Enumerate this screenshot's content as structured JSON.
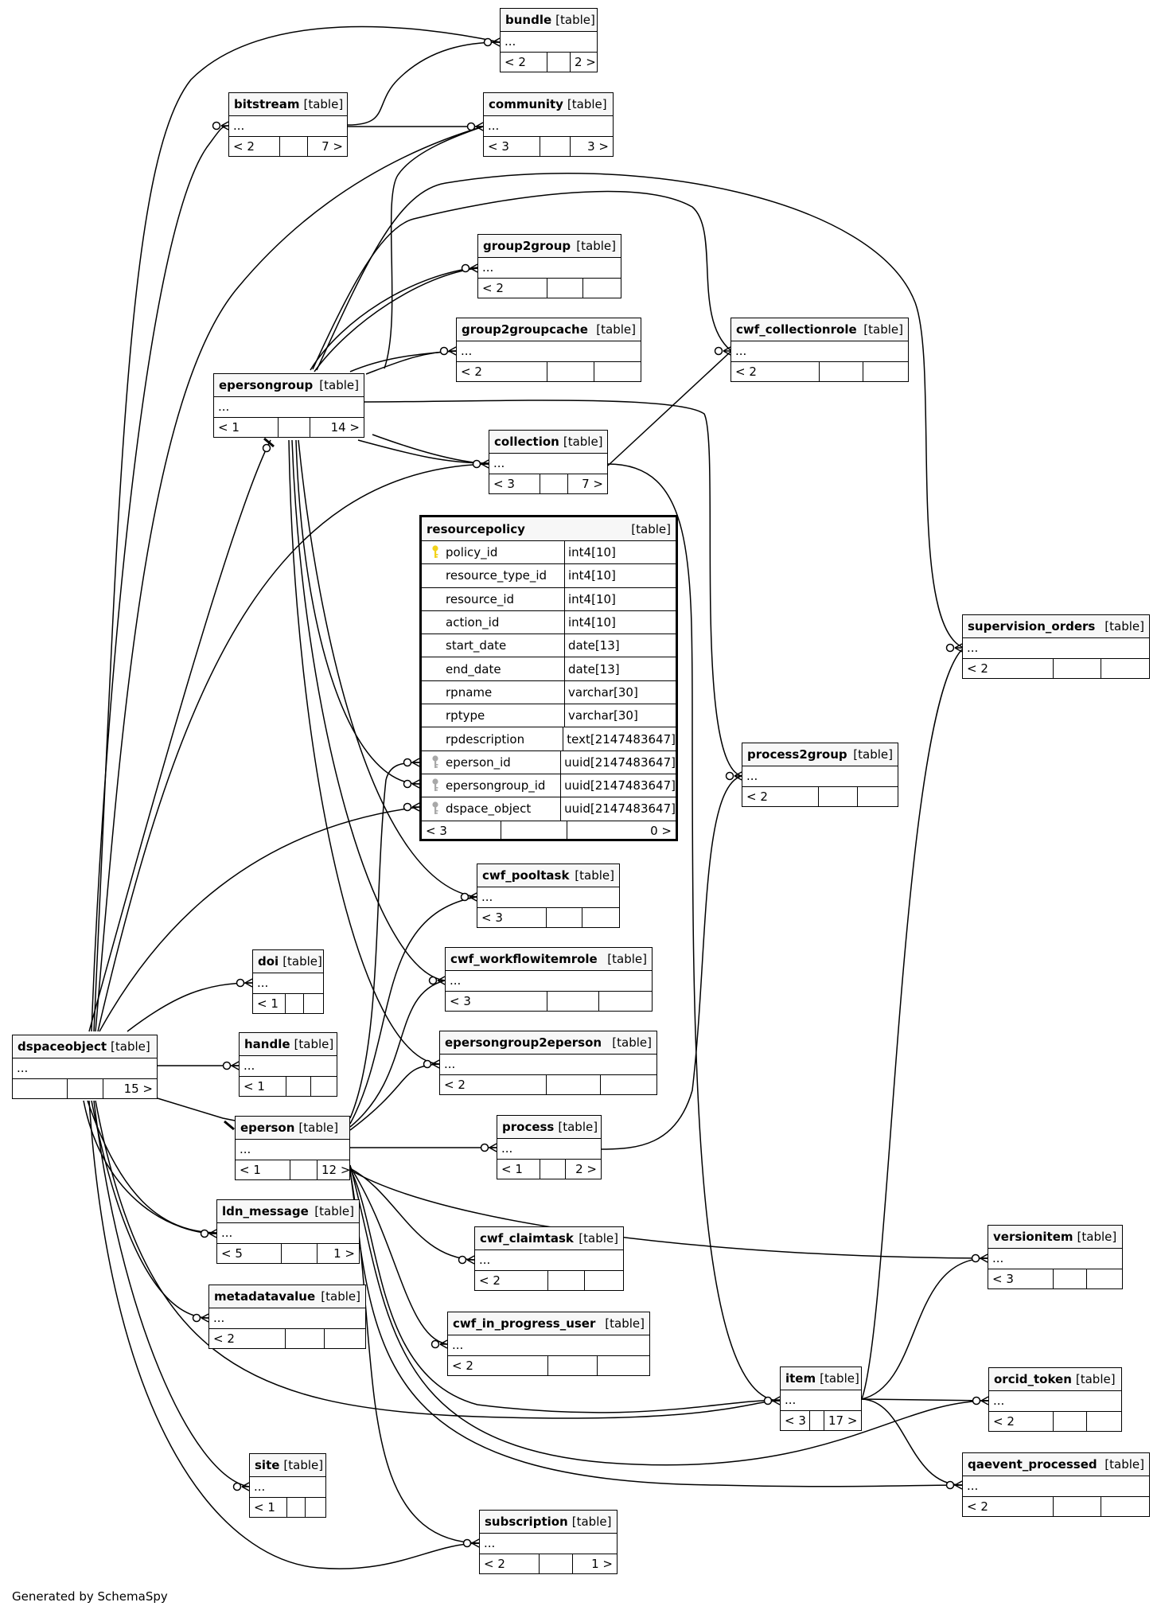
{
  "diagram": {
    "focus_table": {
      "name": "resourcepolicy",
      "type": "[table]",
      "columns": [
        {
          "name": "policy_id",
          "type": "int4[10]",
          "key": "primary"
        },
        {
          "name": "resource_type_id",
          "type": "int4[10]",
          "key": ""
        },
        {
          "name": "resource_id",
          "type": "int4[10]",
          "key": ""
        },
        {
          "name": "action_id",
          "type": "int4[10]",
          "key": ""
        },
        {
          "name": "start_date",
          "type": "date[13]",
          "key": ""
        },
        {
          "name": "end_date",
          "type": "date[13]",
          "key": ""
        },
        {
          "name": "rpname",
          "type": "varchar[30]",
          "key": ""
        },
        {
          "name": "rptype",
          "type": "varchar[30]",
          "key": ""
        },
        {
          "name": "rpdescription",
          "type": "text[2147483647]",
          "key": ""
        },
        {
          "name": "eperson_id",
          "type": "uuid[2147483647]",
          "key": "foreign"
        },
        {
          "name": "epersongroup_id",
          "type": "uuid[2147483647]",
          "key": "foreign"
        },
        {
          "name": "dspace_object",
          "type": "uuid[2147483647]",
          "key": "foreign"
        }
      ],
      "footer": {
        "left": "< 3",
        "right": "0 >"
      }
    },
    "tables": [
      {
        "id": "bundle",
        "name": "bundle",
        "type": "[table]",
        "ellipsis": "...",
        "footer": [
          "< 2",
          "",
          "2 >"
        ]
      },
      {
        "id": "bitstream",
        "name": "bitstream",
        "type": "[table]",
        "ellipsis": "...",
        "footer": [
          "< 2",
          "",
          "7 >"
        ]
      },
      {
        "id": "community",
        "name": "community",
        "type": "[table]",
        "ellipsis": "...",
        "footer": [
          "< 3",
          "",
          "3 >"
        ]
      },
      {
        "id": "group2group",
        "name": "group2group",
        "type": "[table]",
        "ellipsis": "...",
        "footer": [
          "< 2",
          "",
          ""
        ]
      },
      {
        "id": "group2groupcache",
        "name": "group2groupcache",
        "type": "[table]",
        "ellipsis": "...",
        "footer": [
          "< 2",
          "",
          ""
        ]
      },
      {
        "id": "cwf_collectionrole",
        "name": "cwf_collectionrole",
        "type": "[table]",
        "ellipsis": "...",
        "footer": [
          "< 2",
          "",
          ""
        ]
      },
      {
        "id": "epersongroup",
        "name": "epersongroup",
        "type": "[table]",
        "ellipsis": "...",
        "footer": [
          "< 1",
          "",
          "14 >"
        ]
      },
      {
        "id": "collection",
        "name": "collection",
        "type": "[table]",
        "ellipsis": "...",
        "footer": [
          "< 3",
          "",
          "7 >"
        ]
      },
      {
        "id": "supervision_orders",
        "name": "supervision_orders",
        "type": "[table]",
        "ellipsis": "...",
        "footer": [
          "< 2",
          "",
          ""
        ]
      },
      {
        "id": "process2group",
        "name": "process2group",
        "type": "[table]",
        "ellipsis": "...",
        "footer": [
          "< 2",
          "",
          ""
        ]
      },
      {
        "id": "cwf_pooltask",
        "name": "cwf_pooltask",
        "type": "[table]",
        "ellipsis": "...",
        "footer": [
          "< 3",
          "",
          ""
        ]
      },
      {
        "id": "cwf_workflowitemrole",
        "name": "cwf_workflowitemrole",
        "type": "[table]",
        "ellipsis": "...",
        "footer": [
          "< 3",
          "",
          ""
        ]
      },
      {
        "id": "doi",
        "name": "doi",
        "type": "[table]",
        "ellipsis": "...",
        "footer": [
          "< 1",
          "",
          ""
        ]
      },
      {
        "id": "epersongroup2eperson",
        "name": "epersongroup2eperson",
        "type": "[table]",
        "ellipsis": "...",
        "footer": [
          "< 2",
          "",
          ""
        ]
      },
      {
        "id": "dspaceobject",
        "name": "dspaceobject",
        "type": "[table]",
        "ellipsis": "...",
        "footer": [
          "",
          "",
          "15 >"
        ]
      },
      {
        "id": "handle",
        "name": "handle",
        "type": "[table]",
        "ellipsis": "...",
        "footer": [
          "< 1",
          "",
          ""
        ]
      },
      {
        "id": "eperson",
        "name": "eperson",
        "type": "[table]",
        "ellipsis": "...",
        "footer": [
          "< 1",
          "",
          "12 >"
        ]
      },
      {
        "id": "process",
        "name": "process",
        "type": "[table]",
        "ellipsis": "...",
        "footer": [
          "< 1",
          "",
          "2 >"
        ]
      },
      {
        "id": "ldn_message",
        "name": "ldn_message",
        "type": "[table]",
        "ellipsis": "...",
        "footer": [
          "< 5",
          "",
          "1 >"
        ]
      },
      {
        "id": "versionitem",
        "name": "versionitem",
        "type": "[table]",
        "ellipsis": "...",
        "footer": [
          "< 3",
          "",
          ""
        ]
      },
      {
        "id": "cwf_claimtask",
        "name": "cwf_claimtask",
        "type": "[table]",
        "ellipsis": "...",
        "footer": [
          "< 2",
          "",
          ""
        ]
      },
      {
        "id": "metadatavalue",
        "name": "metadatavalue",
        "type": "[table]",
        "ellipsis": "...",
        "footer": [
          "< 2",
          "",
          ""
        ]
      },
      {
        "id": "cwf_in_progress_user",
        "name": "cwf_in_progress_user",
        "type": "[table]",
        "ellipsis": "...",
        "footer": [
          "< 2",
          "",
          ""
        ]
      },
      {
        "id": "item",
        "name": "item",
        "type": "[table]",
        "ellipsis": "...",
        "footer": [
          "< 3",
          "",
          "17 >"
        ]
      },
      {
        "id": "orcid_token",
        "name": "orcid_token",
        "type": "[table]",
        "ellipsis": "...",
        "footer": [
          "< 2",
          "",
          ""
        ]
      },
      {
        "id": "site",
        "name": "site",
        "type": "[table]",
        "ellipsis": "...",
        "footer": [
          "< 1",
          "",
          ""
        ]
      },
      {
        "id": "qaevent_processed",
        "name": "qaevent_processed",
        "type": "[table]",
        "ellipsis": "...",
        "footer": [
          "< 2",
          "",
          ""
        ]
      },
      {
        "id": "subscription",
        "name": "subscription",
        "type": "[table]",
        "ellipsis": "...",
        "footer": [
          "< 2",
          "",
          "1 >"
        ]
      }
    ],
    "relationships": [
      {
        "from": "dspaceobject",
        "to": "bundle"
      },
      {
        "from": "dspaceobject",
        "to": "bitstream"
      },
      {
        "from": "bitstream",
        "to": "bundle"
      },
      {
        "from": "bitstream",
        "to": "community"
      },
      {
        "from": "dspaceobject",
        "to": "community"
      },
      {
        "from": "epersongroup",
        "to": "community"
      },
      {
        "from": "epersongroup",
        "to": "group2group"
      },
      {
        "from": "epersongroup",
        "to": "group2groupcache"
      },
      {
        "from": "epersongroup",
        "to": "cwf_collectionrole"
      },
      {
        "from": "collection",
        "to": "cwf_collectionrole"
      },
      {
        "from": "epersongroup",
        "to": "supervision_orders"
      },
      {
        "from": "item",
        "to": "supervision_orders"
      },
      {
        "from": "epersongroup",
        "to": "collection"
      },
      {
        "from": "dspaceobject",
        "to": "collection"
      },
      {
        "from": "dspaceobject",
        "to": "epersongroup"
      },
      {
        "from": "epersongroup",
        "to": "process2group"
      },
      {
        "from": "process",
        "to": "process2group"
      },
      {
        "from": "collection",
        "to": "item"
      },
      {
        "from": "epersongroup",
        "to": "resourcepolicy.epersongroup_id"
      },
      {
        "from": "eperson",
        "to": "resourcepolicy.eperson_id"
      },
      {
        "from": "dspaceobject",
        "to": "resourcepolicy.dspace_object"
      },
      {
        "from": "epersongroup",
        "to": "cwf_pooltask"
      },
      {
        "from": "eperson",
        "to": "cwf_pooltask"
      },
      {
        "from": "epersongroup",
        "to": "cwf_workflowitemrole"
      },
      {
        "from": "eperson",
        "to": "cwf_workflowitemrole"
      },
      {
        "from": "epersongroup",
        "to": "epersongroup2eperson"
      },
      {
        "from": "eperson",
        "to": "epersongroup2eperson"
      },
      {
        "from": "dspaceobject",
        "to": "doi"
      },
      {
        "from": "dspaceobject",
        "to": "handle"
      },
      {
        "from": "dspaceobject",
        "to": "eperson"
      },
      {
        "from": "eperson",
        "to": "process"
      },
      {
        "from": "dspaceobject",
        "to": "ldn_message"
      },
      {
        "from": "eperson",
        "to": "versionitem"
      },
      {
        "from": "item",
        "to": "versionitem"
      },
      {
        "from": "eperson",
        "to": "cwf_claimtask"
      },
      {
        "from": "dspaceobject",
        "to": "metadatavalue"
      },
      {
        "from": "eperson",
        "to": "cwf_in_progress_user"
      },
      {
        "from": "dspaceobject",
        "to": "item"
      },
      {
        "from": "eperson",
        "to": "item"
      },
      {
        "from": "item",
        "to": "orcid_token"
      },
      {
        "from": "eperson",
        "to": "orcid_token"
      },
      {
        "from": "dspaceobject",
        "to": "site"
      },
      {
        "from": "item",
        "to": "qaevent_processed"
      },
      {
        "from": "eperson",
        "to": "qaevent_processed"
      },
      {
        "from": "dspaceobject",
        "to": "subscription"
      },
      {
        "from": "eperson",
        "to": "subscription"
      }
    ]
  },
  "footer_note": "Generated by SchemaSpy",
  "colors": {
    "line": "#000000",
    "header_bg": "#f7f7f7",
    "primary_key_icon": "#f2d21a",
    "foreign_key_icon": "#a8a8a8"
  }
}
